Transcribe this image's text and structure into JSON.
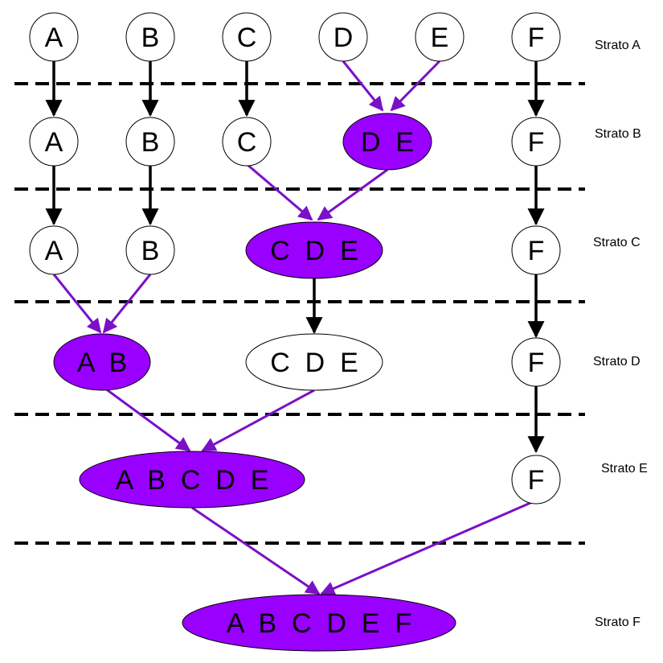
{
  "colors": {
    "highlight": "#9900ff",
    "plain_fill": "#ffffff",
    "stroke": "#000000",
    "merge_edge": "#7a10c8",
    "straight_edge": "#000000",
    "separator": "#000000"
  },
  "layers": [
    {
      "id": "A",
      "label": "Strato A"
    },
    {
      "id": "B",
      "label": "Strato B"
    },
    {
      "id": "C",
      "label": "Strato C"
    },
    {
      "id": "D",
      "label": "Strato D"
    },
    {
      "id": "E",
      "label": "Strato E"
    },
    {
      "id": "F",
      "label": "Strato F"
    }
  ],
  "nodes": [
    {
      "id": "a1",
      "layer": "A",
      "text": "A",
      "highlighted": false
    },
    {
      "id": "b1",
      "layer": "A",
      "text": "B",
      "highlighted": false
    },
    {
      "id": "c1",
      "layer": "A",
      "text": "C",
      "highlighted": false
    },
    {
      "id": "d1",
      "layer": "A",
      "text": "D",
      "highlighted": false
    },
    {
      "id": "e1",
      "layer": "A",
      "text": "E",
      "highlighted": false
    },
    {
      "id": "f1",
      "layer": "A",
      "text": "F",
      "highlighted": false
    },
    {
      "id": "a2",
      "layer": "B",
      "text": "A",
      "highlighted": false
    },
    {
      "id": "b2",
      "layer": "B",
      "text": "B",
      "highlighted": false
    },
    {
      "id": "c2",
      "layer": "B",
      "text": "C",
      "highlighted": false
    },
    {
      "id": "de2",
      "layer": "B",
      "text": "D  E",
      "highlighted": true
    },
    {
      "id": "f2",
      "layer": "B",
      "text": "F",
      "highlighted": false
    },
    {
      "id": "a3",
      "layer": "C",
      "text": "A",
      "highlighted": false
    },
    {
      "id": "b3",
      "layer": "C",
      "text": "B",
      "highlighted": false
    },
    {
      "id": "cde3",
      "layer": "C",
      "text": "C  D  E",
      "highlighted": true
    },
    {
      "id": "f3",
      "layer": "C",
      "text": "F",
      "highlighted": false
    },
    {
      "id": "ab4",
      "layer": "D",
      "text": "A  B",
      "highlighted": true
    },
    {
      "id": "cde4",
      "layer": "D",
      "text": "C  D  E",
      "highlighted": false
    },
    {
      "id": "f4",
      "layer": "D",
      "text": "F",
      "highlighted": false
    },
    {
      "id": "abcde5",
      "layer": "E",
      "text": "A  B  C  D  E",
      "highlighted": true
    },
    {
      "id": "f5",
      "layer": "E",
      "text": "F",
      "highlighted": false
    },
    {
      "id": "abcdef6",
      "layer": "F",
      "text": "A  B  C  D  E  F",
      "highlighted": true
    }
  ],
  "edges": [
    {
      "from": "a1",
      "to": "a2",
      "type": "straight"
    },
    {
      "from": "b1",
      "to": "b2",
      "type": "straight"
    },
    {
      "from": "c1",
      "to": "c2",
      "type": "straight"
    },
    {
      "from": "d1",
      "to": "de2",
      "type": "merge"
    },
    {
      "from": "e1",
      "to": "de2",
      "type": "merge"
    },
    {
      "from": "f1",
      "to": "f2",
      "type": "straight"
    },
    {
      "from": "a2",
      "to": "a3",
      "type": "straight"
    },
    {
      "from": "b2",
      "to": "b3",
      "type": "straight"
    },
    {
      "from": "c2",
      "to": "cde3",
      "type": "merge"
    },
    {
      "from": "de2",
      "to": "cde3",
      "type": "merge"
    },
    {
      "from": "f2",
      "to": "f3",
      "type": "straight"
    },
    {
      "from": "a3",
      "to": "ab4",
      "type": "merge"
    },
    {
      "from": "b3",
      "to": "ab4",
      "type": "merge"
    },
    {
      "from": "cde3",
      "to": "cde4",
      "type": "straight"
    },
    {
      "from": "f3",
      "to": "f4",
      "type": "straight"
    },
    {
      "from": "ab4",
      "to": "abcde5",
      "type": "merge"
    },
    {
      "from": "cde4",
      "to": "abcde5",
      "type": "merge"
    },
    {
      "from": "f4",
      "to": "f5",
      "type": "straight"
    },
    {
      "from": "abcde5",
      "to": "abcdef6",
      "type": "merge"
    },
    {
      "from": "f5",
      "to": "abcdef6",
      "type": "merge"
    }
  ]
}
